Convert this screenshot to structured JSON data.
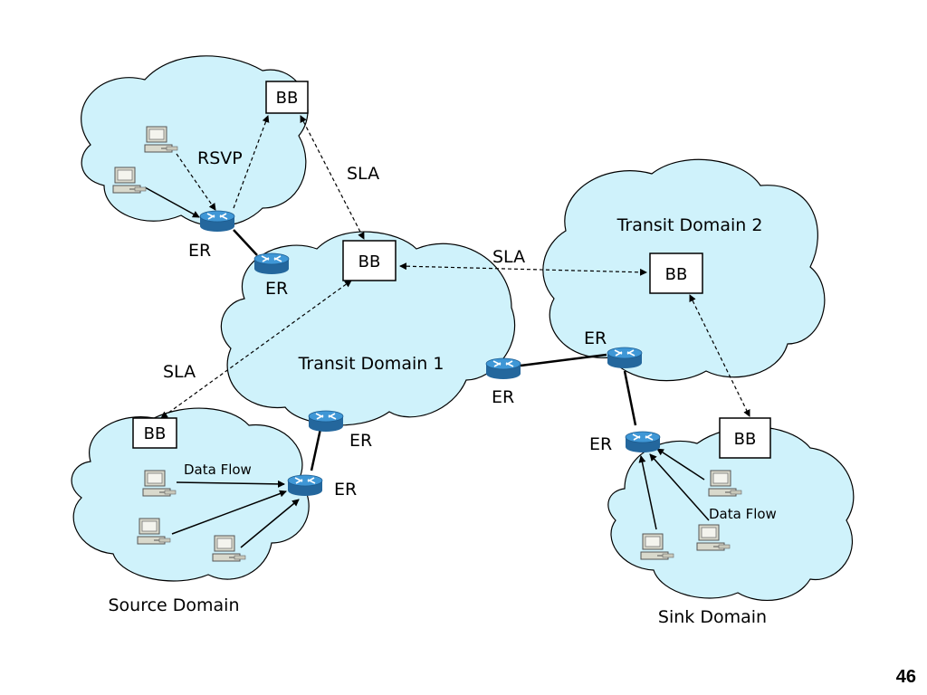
{
  "colors": {
    "cloud_fill": "#cff2fb",
    "router": "#2f83c3",
    "line": "#000000"
  },
  "clouds": [
    {
      "id": "domain-top",
      "label": ""
    },
    {
      "id": "transit-1",
      "label": "Transit Domain 1"
    },
    {
      "id": "transit-2",
      "label": "Transit Domain 2"
    },
    {
      "id": "source",
      "label": "Source Domain"
    },
    {
      "id": "sink",
      "label": "Sink Domain"
    }
  ],
  "bb_label": "BB",
  "er_label": "ER",
  "rsvp_label": "RSVP",
  "sla_label": "SLA",
  "data_flow_label": "Data Flow",
  "page_number": "46",
  "icons": {
    "router": "router-icon",
    "host": "computer-icon",
    "broker": "bandwidth-broker-box"
  }
}
